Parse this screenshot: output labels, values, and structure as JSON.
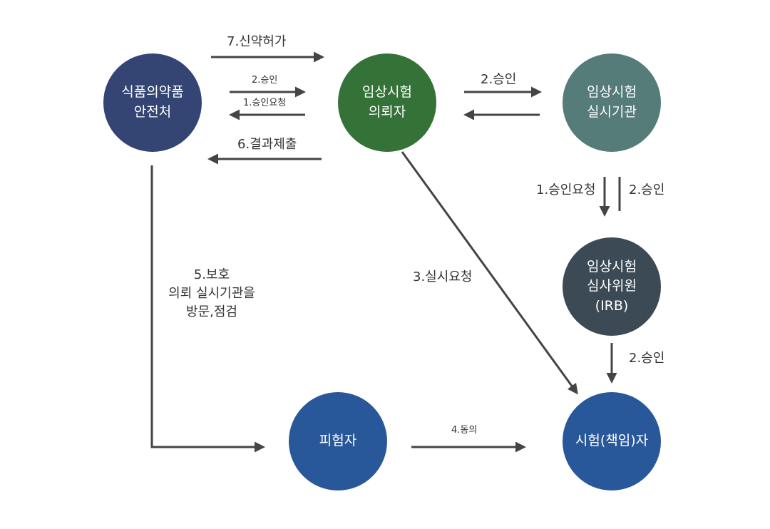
{
  "nodes": {
    "mfds": {
      "lines": [
        "식품의약품",
        "안전처"
      ],
      "color": "#344574"
    },
    "sponsor": {
      "lines": [
        "임상시험",
        "의뢰자"
      ],
      "color": "#347237"
    },
    "site": {
      "lines": [
        "임상시험",
        "실시기관"
      ],
      "color": "#557C78"
    },
    "irb": {
      "lines": [
        "임상시험",
        "심사위원",
        "(IRB)"
      ],
      "color": "#3C4A55"
    },
    "subject": {
      "lines": [
        "피험자"
      ],
      "color": "#29589A"
    },
    "investigator": {
      "lines": [
        "시험(책임)자"
      ],
      "color": "#29589A"
    }
  },
  "labels": {
    "approval_7": "7.신약허가",
    "approval_2_small": "2.승인",
    "request_1_small": "1.승인요청",
    "result_6": "6.결과제출",
    "approval_2_site": "2.승인",
    "request_1_irb": "1.승인요청",
    "approval_2_irb": "2.승인",
    "request_3": "3.실시요청",
    "protection_5": [
      "5.보호",
      "의뢰 실시기관을",
      "방문,점검"
    ],
    "approval_2_investigator": "2.승인",
    "consent_4": "4.동의"
  },
  "colors": {
    "arrow": "#444444"
  }
}
